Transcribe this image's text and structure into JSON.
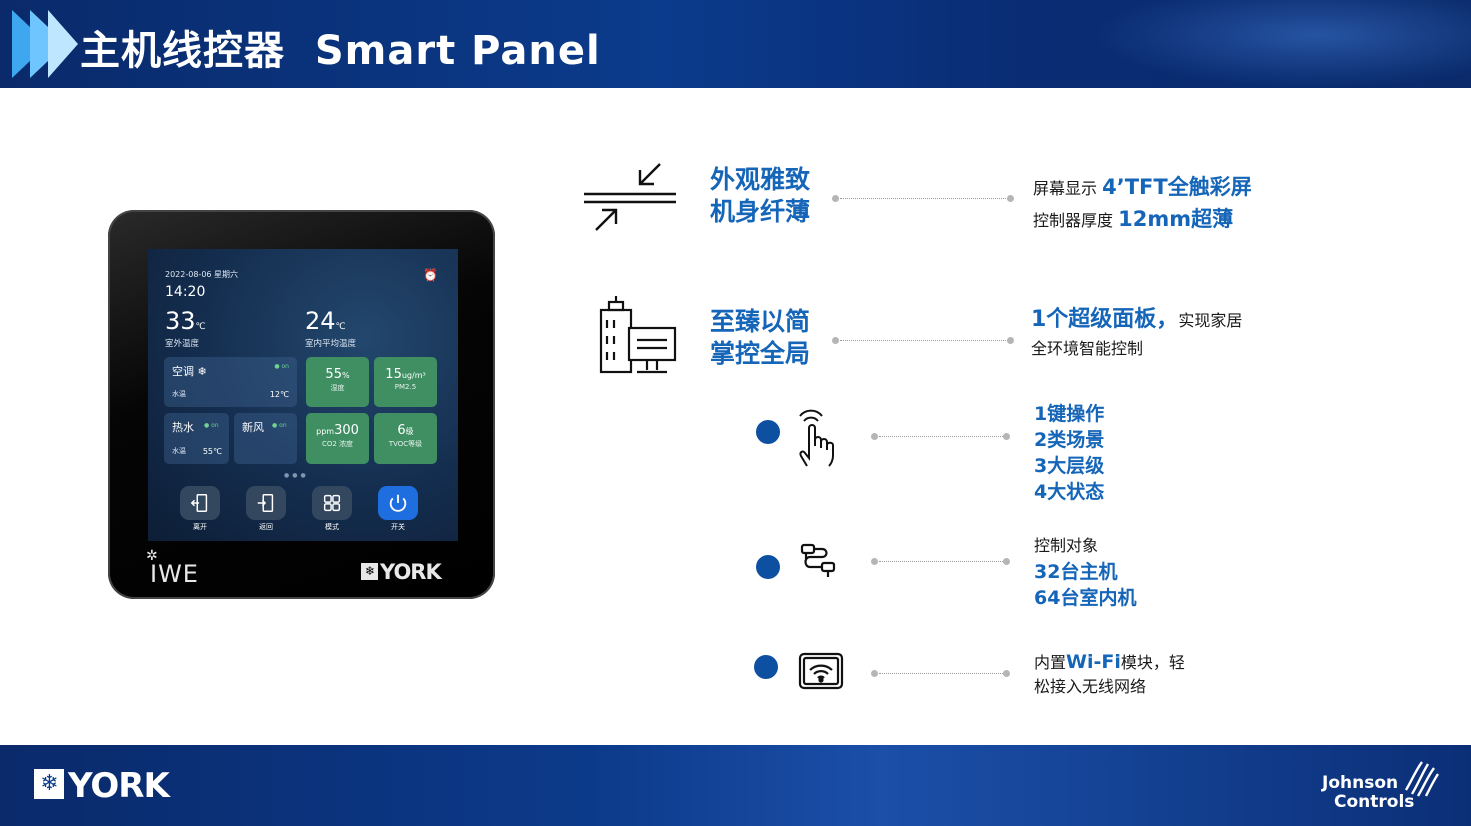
{
  "header": {
    "title_cn": "主机线控器",
    "title_en": "Smart Panel"
  },
  "device": {
    "date": "2022-08-06 星期六",
    "time": "14:20",
    "outdoor_temp": "33",
    "outdoor_label": "室外温度",
    "indoor_temp": "24",
    "indoor_label": "室内平均温度",
    "unit": "℃",
    "ac": {
      "title": "空调",
      "status": "on",
      "sub": "水温",
      "value": "12℃"
    },
    "hot_water": {
      "title": "热水",
      "status": "on",
      "sub": "水温",
      "value": "55℃"
    },
    "fresh_air": {
      "title": "新风",
      "status": "on"
    },
    "humidity": {
      "value": "55",
      "unit": "%",
      "label": "湿度"
    },
    "pm25": {
      "value": "15",
      "unit": "ug/m³",
      "label": "PM2.5"
    },
    "co2": {
      "prefix": "ppm",
      "value": "300",
      "label": "CO2 浓度"
    },
    "tvoc": {
      "value": "6",
      "unit": "级",
      "label": "TVOC等级"
    },
    "buttons": [
      {
        "label": "离开"
      },
      {
        "label": "返回"
      },
      {
        "label": "模式"
      },
      {
        "label": "开关"
      }
    ],
    "logo_left": "IWE",
    "logo_right": "YORK"
  },
  "features": {
    "f1": {
      "title_l1": "外观雅致",
      "title_l2": "机身纤薄",
      "l1_pre": "屏幕显示",
      "l1_hl": "4’TFT全触彩屏",
      "l2_pre": "控制器厚度",
      "l2_hl": "12mm超薄"
    },
    "f2": {
      "title_l1": "至臻以简",
      "title_l2": "掌控全局",
      "l1_hl": "1个超级面板，",
      "l1_post": "实现家居",
      "l2": "全环境智能控制"
    },
    "f3": {
      "lines": [
        "1键操作",
        "2类场景",
        "3大层级",
        "4大状态"
      ]
    },
    "f4": {
      "l1": "控制对象",
      "l2": "32台主机",
      "l3": "64台室内机"
    },
    "f5": {
      "l1_pre": "内置",
      "l1_hl": "Wi-Fi",
      "l1_post": "模块，轻",
      "l2": "松接入无线网络"
    }
  },
  "footer": {
    "york": "YORK",
    "jc_line1": "Johnson",
    "jc_line2": "Controls"
  },
  "colors": {
    "accent": "#1565b8",
    "header_bg": "#0b3b8c",
    "bullet": "#0d4fa0",
    "tile_green": "#3f8f62"
  }
}
